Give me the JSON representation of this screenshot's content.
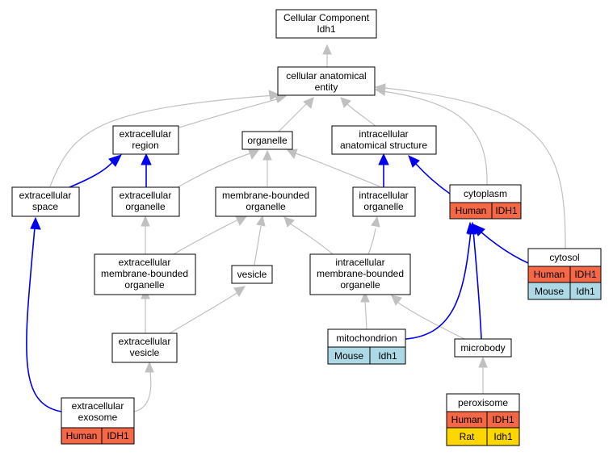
{
  "colors": {
    "human": "#f46847",
    "mouse": "#add8e6",
    "rat": "#ffd700",
    "annotation_edge": "#0000ee",
    "hierarchy_edge": "#c0c0c0"
  },
  "nodes": {
    "root": [
      "Cellular Component",
      "Idh1"
    ],
    "cae": [
      "cellular anatomical",
      "entity"
    ],
    "ecr": [
      "extracellular",
      "region"
    ],
    "org": [
      "organelle"
    ],
    "ias": [
      "intracellular",
      "anatomical structure"
    ],
    "ecs": [
      "extracellular",
      "space"
    ],
    "eco": [
      "extracellular",
      "organelle"
    ],
    "mbo": [
      "membrane-bounded",
      "organelle"
    ],
    "ico": [
      "intracellular",
      "organelle"
    ],
    "cyto": [
      "cytoplasm"
    ],
    "embo": [
      "extracellular",
      "membrane-bounded",
      "organelle"
    ],
    "ves": [
      "vesicle"
    ],
    "imbo": [
      "intracellular",
      "membrane-bounded",
      "organelle"
    ],
    "cytosol": [
      "cytosol"
    ],
    "ecv": [
      "extracellular",
      "vesicle"
    ],
    "mito": [
      "mitochondrion"
    ],
    "micro": [
      "microbody"
    ],
    "exo": [
      "extracellular",
      "exosome"
    ],
    "perox": [
      "peroxisome"
    ]
  },
  "annotations": {
    "cyto": [
      {
        "species": "Human",
        "gene": "IDH1"
      }
    ],
    "cytosol": [
      {
        "species": "Human",
        "gene": "IDH1"
      },
      {
        "species": "Mouse",
        "gene": "Idh1"
      }
    ],
    "mito": [
      {
        "species": "Mouse",
        "gene": "Idh1"
      }
    ],
    "exo": [
      {
        "species": "Human",
        "gene": "IDH1"
      }
    ],
    "perox": [
      {
        "species": "Human",
        "gene": "IDH1"
      },
      {
        "species": "Rat",
        "gene": "Idh1"
      }
    ]
  }
}
